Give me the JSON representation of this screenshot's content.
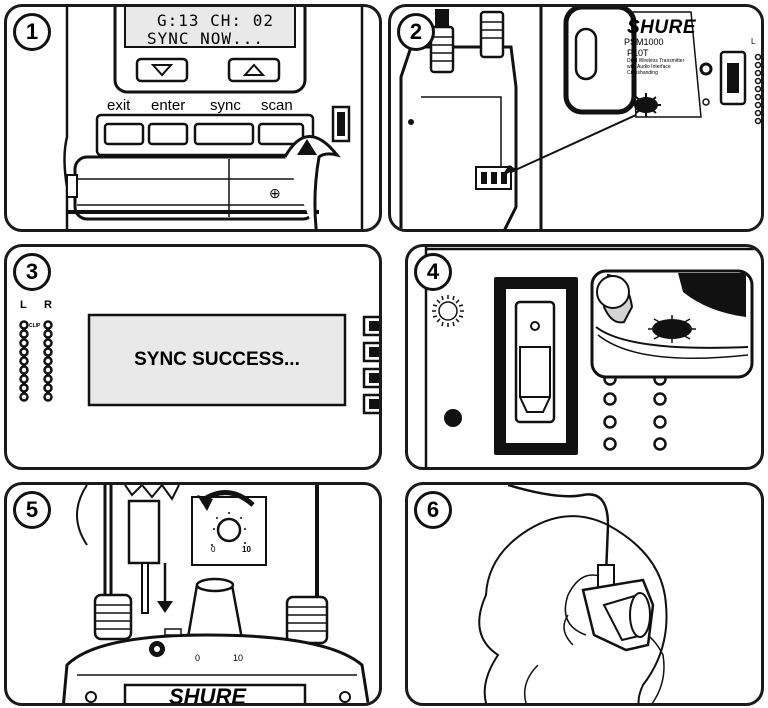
{
  "steps": [
    {
      "number": "1",
      "display_line1": "G:13 CH: 02",
      "display_line2": "SYNC NOW...",
      "buttons": [
        "exit",
        "enter",
        "sync",
        "scan"
      ],
      "battery_symbol": "⊕"
    },
    {
      "number": "2",
      "brand": "SHURE",
      "model": "PSM1000",
      "unit": "P10T",
      "description_lines": [
        "Dual Wireless Transmitter",
        "with Audio Interface",
        "Crosshanding"
      ],
      "channel_label": "L"
    },
    {
      "number": "3",
      "meter_left_label": "L",
      "meter_right_label": "R",
      "clip_label": "CLIP",
      "display_text": "SYNC SUCCESS..."
    },
    {
      "number": "4"
    },
    {
      "number": "5",
      "knob_min": "0",
      "knob_max": "10",
      "brand": "SHURE"
    },
    {
      "number": "6"
    }
  ],
  "colors": {
    "line": "#111111",
    "display": "#e9e9e9",
    "panel_bg": "#ffffff"
  }
}
